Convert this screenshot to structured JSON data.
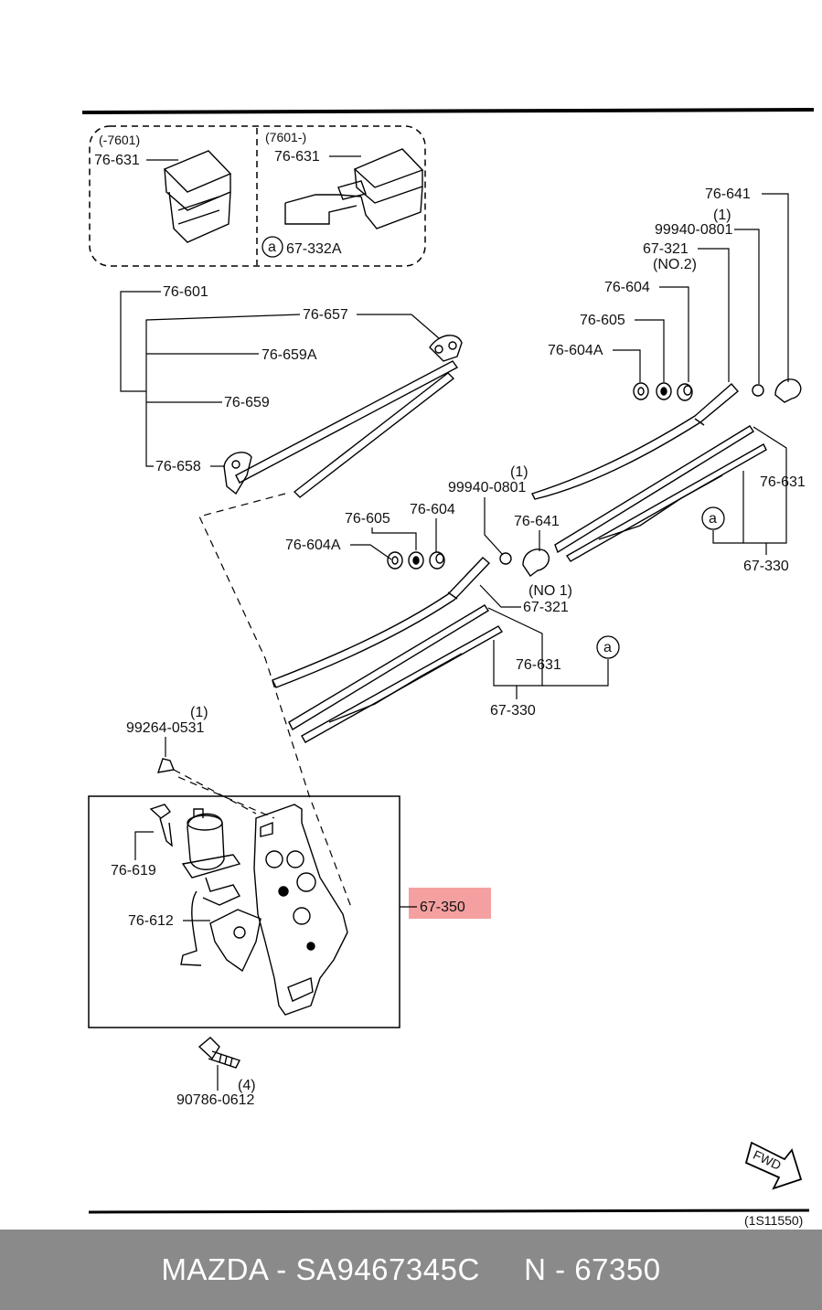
{
  "brand": "MAZDA",
  "part_number": "SA9467345C",
  "catalog_ref": "N - 67350",
  "footer_separator": " - ",
  "diagram_code": "(1S11550)",
  "direction_label": "FWD",
  "highlight_color": "#f4a0a0",
  "footer_color": "#8a8a8a",
  "labels": {
    "inset_left_range": "(-7601)",
    "inset_left_part": "76-631",
    "inset_right_range": "(7601-)",
    "inset_right_part": "76-631",
    "inset_right_ref": "67-332A",
    "p76_641_top": "76-641",
    "q1_top": "(1)",
    "p99940_top": "99940-0801",
    "p67_321_top": "67-321",
    "no2": "(NO.2)",
    "p76_604_top": "76-604",
    "p76_605_top": "76-605",
    "p76_604a_top": "76-604A",
    "p76_601": "76-601",
    "p76_657": "76-657",
    "p76_659a": "76-659A",
    "p76_659": "76-659",
    "p76_658": "76-658",
    "p76_631_right": "76-631",
    "p67_330_right": "67-330",
    "q1_mid": "(1)",
    "p99940_mid": "99940-0801",
    "p76_605_mid": "76-605",
    "p76_604_mid": "76-604",
    "p76_641_mid": "76-641",
    "p76_604a_mid": "76-604A",
    "no1": "(NO 1)",
    "p67_321_mid": "67-321",
    "p76_631_mid": "76-631",
    "p67_330_mid": "67-330",
    "q1_screw": "(1)",
    "p99264": "99264-0531",
    "p76_619": "76-619",
    "p76_612": "76-612",
    "p67_350": "67-350",
    "q4": "(4)",
    "p90786": "90786-0612",
    "note_a": "a"
  }
}
